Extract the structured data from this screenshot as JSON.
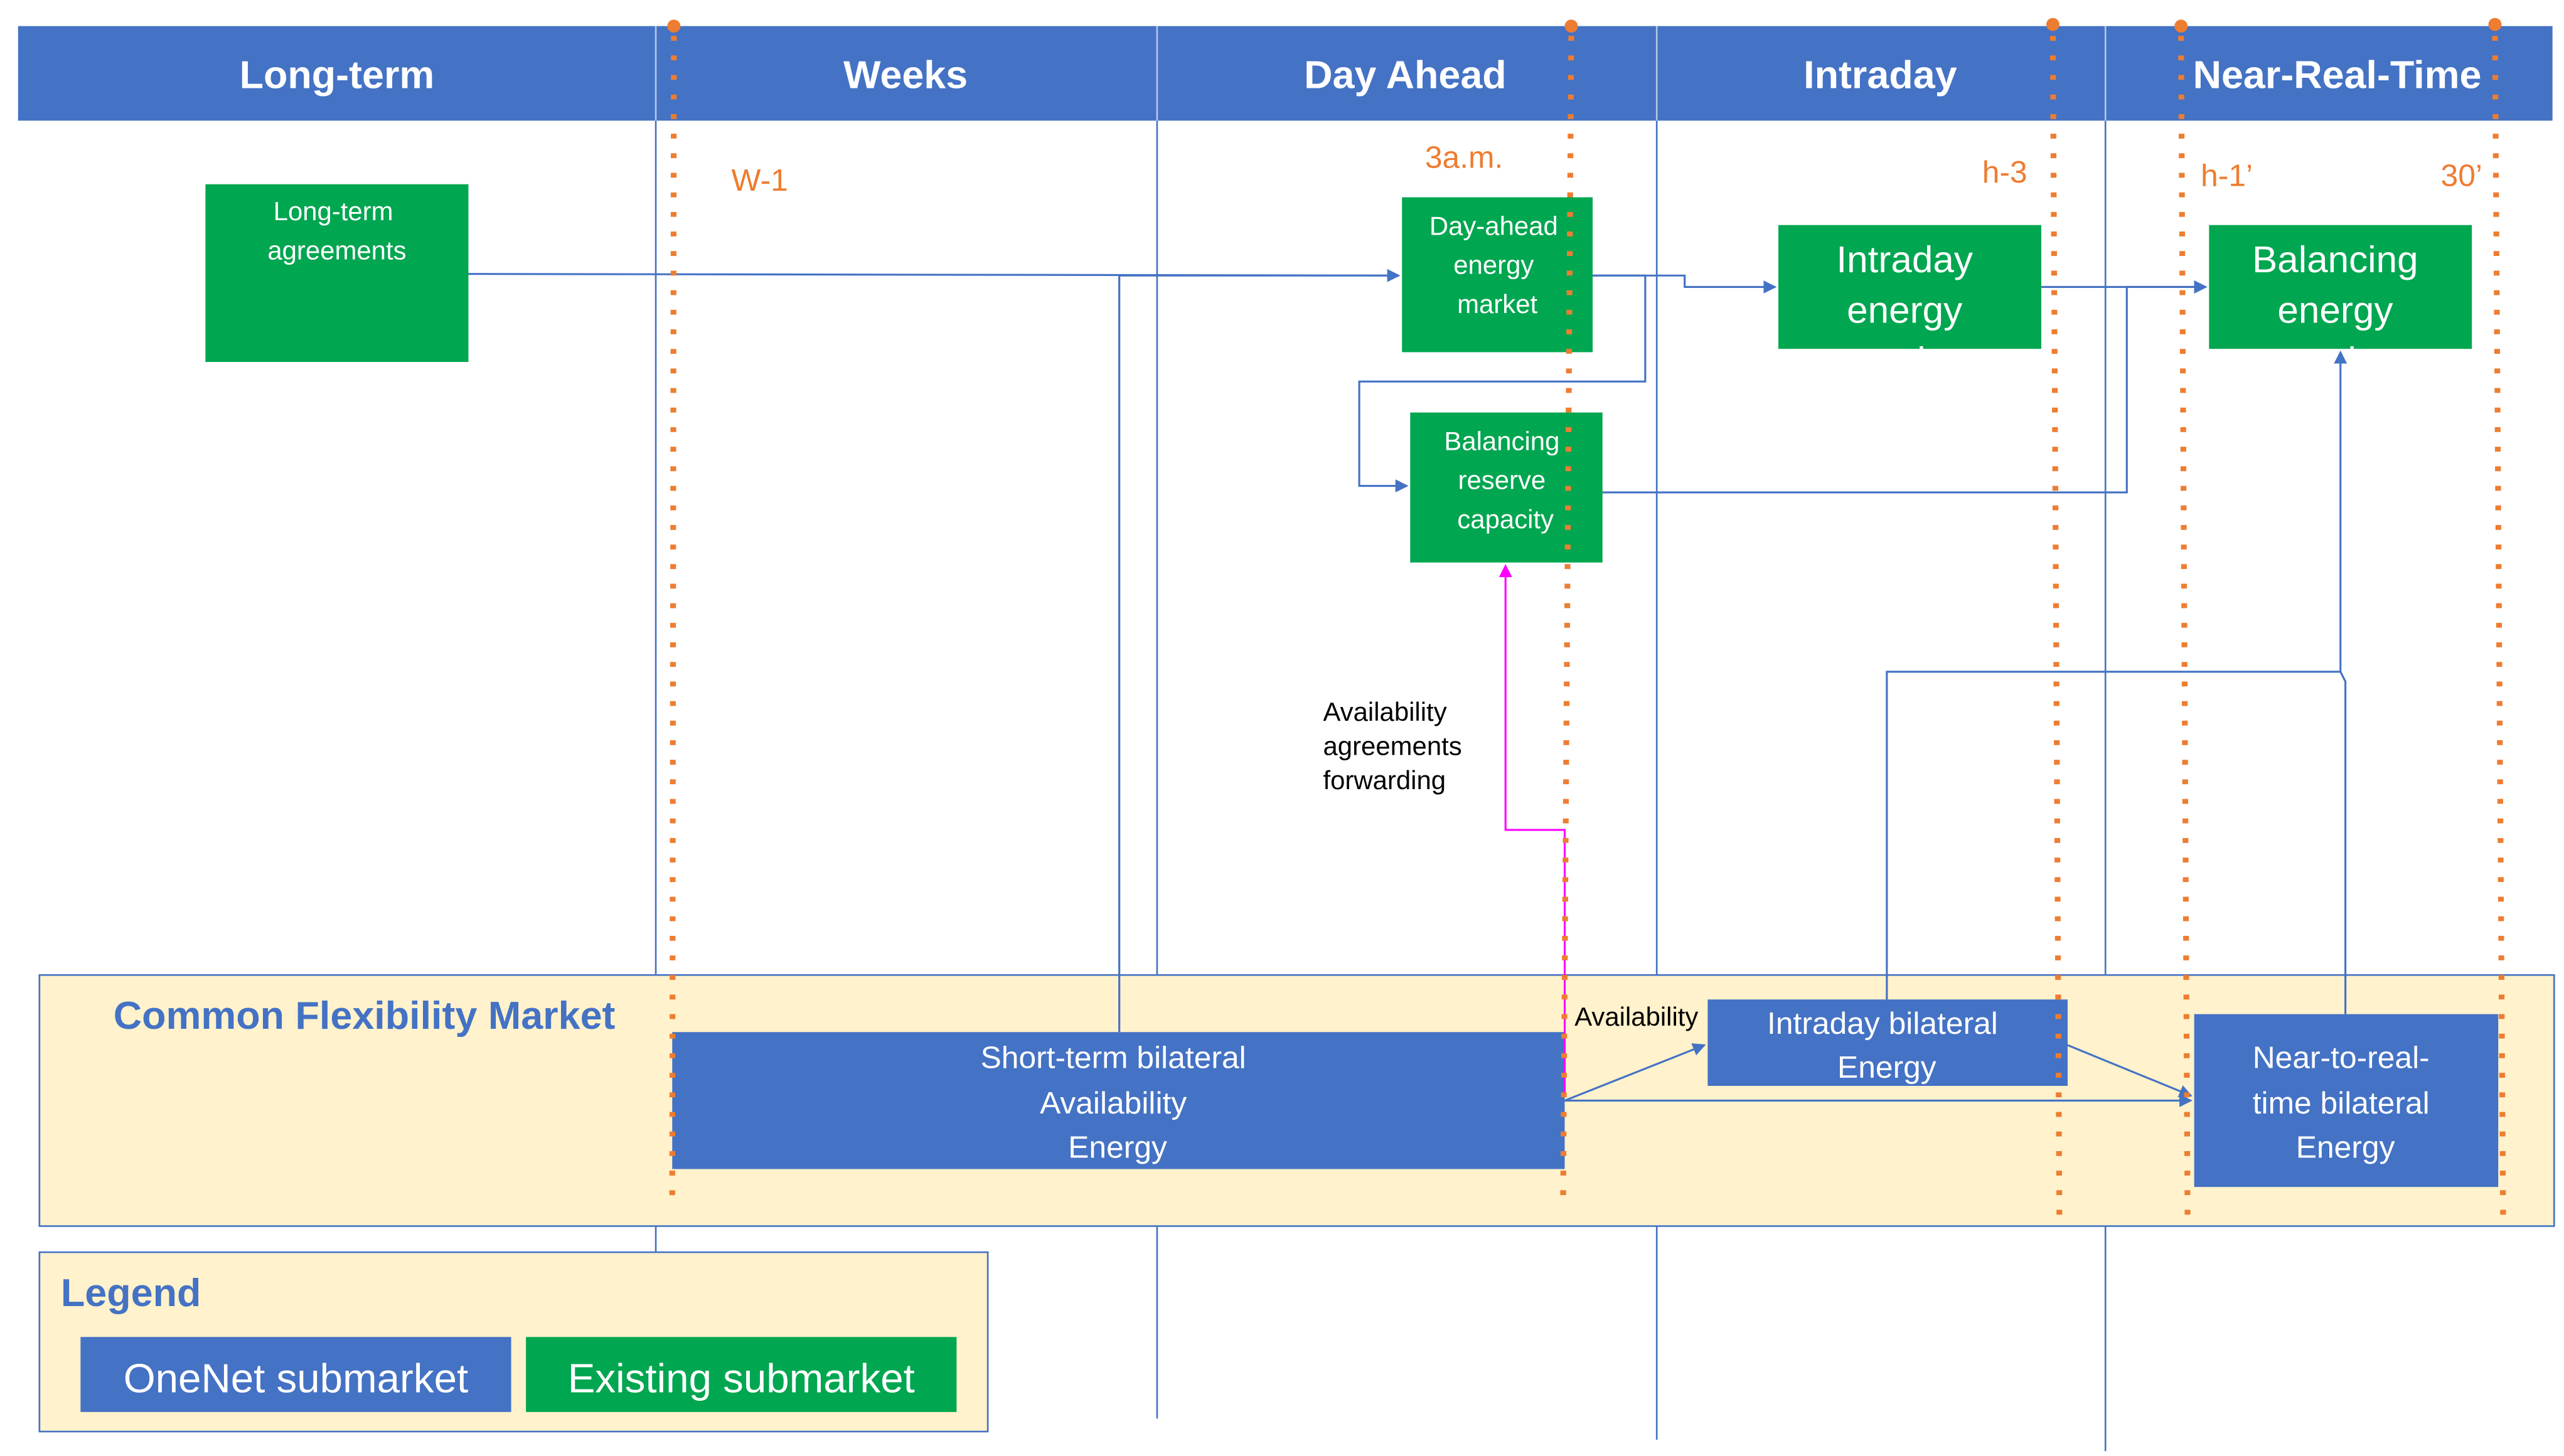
{
  "colors": {
    "header_blue": "#4472c4",
    "onenet_blue": "#4472c4",
    "existing_green": "#00a650",
    "cfm_background": "#fff2cc",
    "deadline_orange": "#ed7d31",
    "arrow_blue": "#4472c4",
    "arrow_magenta": "#ff00ff"
  },
  "header": {
    "columns": [
      "Long-term",
      "Weeks",
      "Day Ahead",
      "Intraday",
      "Near-Real-Time"
    ]
  },
  "deadlines": {
    "w1": "W-1",
    "am3": "3a.m.",
    "h3": "h-3",
    "h1": "h-1’",
    "m30": "30’"
  },
  "existing_markets": {
    "long_term": [
      "Long-term",
      "agreements"
    ],
    "day_ahead": [
      "Day-ahead",
      "energy",
      "market"
    ],
    "intraday": [
      "Intraday",
      "energy",
      "market"
    ],
    "balancing_energy": [
      "Balancing",
      "energy",
      "market"
    ],
    "balancing_reserve": [
      "Balancing",
      "reserve",
      "capacity"
    ]
  },
  "annotations": {
    "availability_forwarding": [
      "Availability",
      "agreements",
      "forwarding"
    ],
    "availability": "Availability"
  },
  "cfm": {
    "title": "Common Flexibility Market",
    "short_term": [
      "Short-term bilateral",
      "Availability",
      "Energy"
    ],
    "intraday_bilateral": [
      "Intraday bilateral",
      "Energy"
    ],
    "nrt_bilateral": [
      "Near-to-real-",
      "time bilateral",
      "Energy"
    ]
  },
  "legend": {
    "title": "Legend",
    "onenet": "OneNet submarket",
    "existing": "Existing submarket"
  }
}
